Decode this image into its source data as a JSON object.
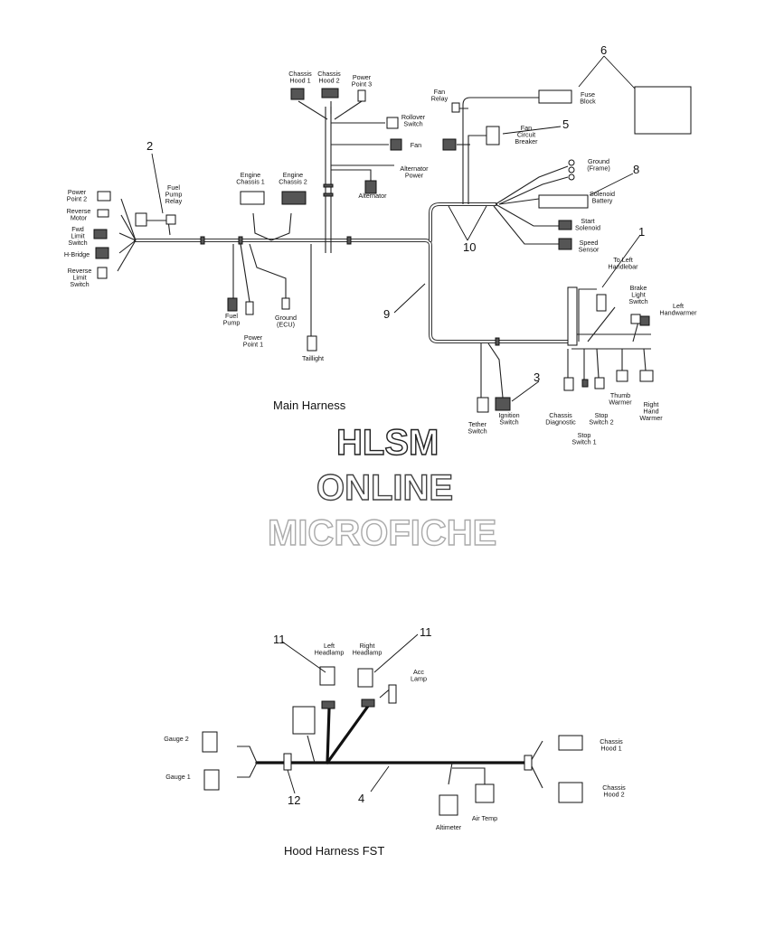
{
  "diagram": {
    "sections": {
      "main_title": "Main Harness",
      "hood_title": "Hood Harness  FST"
    },
    "watermark": [
      "HLSM",
      "ONLINE",
      "MICROFICHE"
    ],
    "callouts": [
      "1",
      "2",
      "3",
      "4",
      "5",
      "6",
      "8",
      "9",
      "10",
      "11",
      "11",
      "12"
    ],
    "main_labels": {
      "chassis_hood_1": [
        "Chassis",
        "Hood 1"
      ],
      "chassis_hood_2": [
        "Chassis",
        "Hood 2"
      ],
      "power_point_3": [
        "Power",
        "Point 3"
      ],
      "rollover_switch": [
        "Rollover",
        "Switch"
      ],
      "fan": [
        "Fan"
      ],
      "alternator_power": [
        "Alternator",
        "Power"
      ],
      "alternator": [
        "Alternator"
      ],
      "engine_chassis_1": [
        "Engine",
        "Chassis 1"
      ],
      "engine_chassis_2": [
        "Engine",
        "Chassis 2"
      ],
      "fuel_pump_relay": [
        "Fuel",
        "Pump",
        "Relay"
      ],
      "power_point_2": [
        "Power",
        "Point 2"
      ],
      "reverse_motor": [
        "Reverse",
        "Motor"
      ],
      "fwd_limit_switch": [
        "Fwd",
        "Limit",
        "Switch"
      ],
      "h_bridge": [
        "H-Bridge"
      ],
      "reverse_limit_switch": [
        "Reverse",
        "Limit",
        "Switch"
      ],
      "fuel_pump": [
        "Fuel",
        "Pump"
      ],
      "power_point_1": [
        "Power",
        "Point 1"
      ],
      "ground_ecu": [
        "Ground",
        "(ECU)"
      ],
      "taillight": [
        "Taillight"
      ],
      "fan_relay": [
        "Fan",
        "Relay"
      ],
      "fuse_block": [
        "Fuse",
        "Block"
      ],
      "fan_circuit_breaker": [
        "Fan",
        "Circuit",
        "Breaker"
      ],
      "ground_frame": [
        "Ground",
        "(Frame)"
      ],
      "solenoid_battery": [
        "Solenoid",
        "Battery"
      ],
      "start_solenoid": [
        "Start",
        "Solenoid"
      ],
      "speed_sensor": [
        "Speed",
        "Sensor"
      ],
      "to_left_handlebar": [
        "To Left",
        "Handlebar"
      ],
      "brake_light_switch": [
        "Brake",
        "Light",
        "Switch"
      ],
      "left_handwarmer": [
        "Left",
        "Handwarmer"
      ],
      "chassis_diagnostic": [
        "Chassis",
        "Diagnostic"
      ],
      "stop_switch_2": [
        "Stop",
        "Switch 2"
      ],
      "stop_switch_1": [
        "Stop",
        "Switch 1"
      ],
      "thumb_warmer": [
        "Thumb",
        "Warmer"
      ],
      "right_hand_warmer": [
        "Right",
        "Hand",
        "Warmer"
      ],
      "tether_switch": [
        "Tether",
        "Switch"
      ],
      "ignition_switch": [
        "Ignition",
        "Switch"
      ]
    },
    "hood_labels": {
      "left_headlamp": [
        "Left",
        "Headlamp"
      ],
      "right_headlamp": [
        "Right",
        "Headlamp"
      ],
      "acc_lamp": [
        "Acc",
        "Lamp"
      ],
      "gauge_2": [
        "Gauge 2"
      ],
      "gauge_1": [
        "Gauge 1"
      ],
      "chassis_hood_1": [
        "Chassis",
        "Hood 1"
      ],
      "chassis_hood_2": [
        "Chassis",
        "Hood 2"
      ],
      "altimeter": [
        "Altimeter"
      ],
      "air_temp": [
        "Air Temp"
      ]
    }
  }
}
